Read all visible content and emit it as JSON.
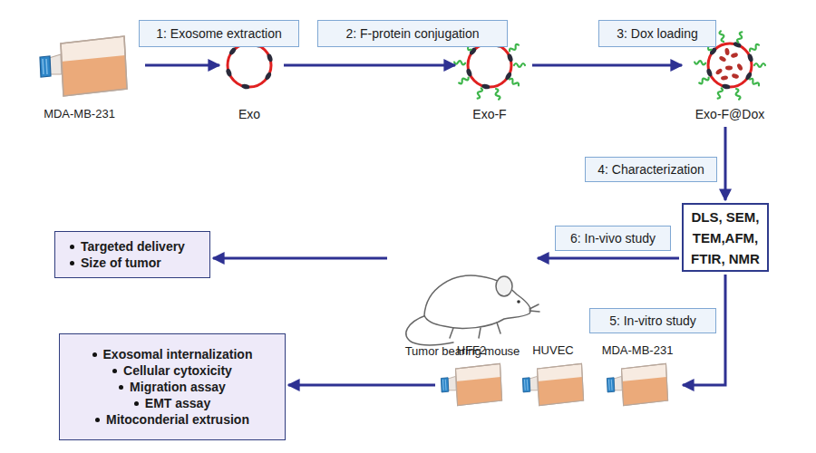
{
  "diagram": {
    "nodes": [
      {
        "text": [
          "MDA-MB-231"
        ]
      },
      {
        "text": [
          "Exo"
        ]
      },
      {
        "text": [
          "Exo-F"
        ]
      },
      {
        "text": [
          "Exo-F@Dox"
        ]
      },
      {
        "text": [
          "DLS, SEM, TEM,AFM, FTIR, NMR"
        ]
      },
      {
        "text": [
          "Tumor bearing mouse"
        ]
      },
      {
        "text": [
          "Targeted delivery",
          "Size of tumor"
        ]
      },
      {
        "text": [
          "HFF2"
        ]
      },
      {
        "text": [
          "HUVEC"
        ]
      },
      {
        "text": [
          "MDA-MB-231"
        ]
      },
      {
        "text": [
          "Exosomal internalization",
          "Cellular cytoxicity",
          "Migration assay",
          "EMT assay",
          "Mitoconderial extrusion"
        ]
      }
    ],
    "edges": [
      {
        "from": 0,
        "to": 1,
        "label": "1: Exosome extraction",
        "arrow": "to"
      },
      {
        "from": 1,
        "to": 2,
        "label": "2: F-protein conjugation",
        "arrow": "to"
      },
      {
        "from": 2,
        "to": 3,
        "label": "3: Dox loading",
        "arrow": "to"
      },
      {
        "from": 3,
        "to": 4,
        "label": "4: Characterization",
        "arrow": "to"
      },
      {
        "from": 4,
        "to": 5,
        "label": "6: In-vivo study",
        "arrow": "to"
      },
      {
        "from": 5,
        "to": 6,
        "arrow": "to"
      },
      {
        "from": 4,
        "to": 9,
        "label": "5: In-vitro study",
        "arrow": "to"
      },
      {
        "from": 7,
        "to": 10,
        "arrow": "to"
      }
    ]
  }
}
